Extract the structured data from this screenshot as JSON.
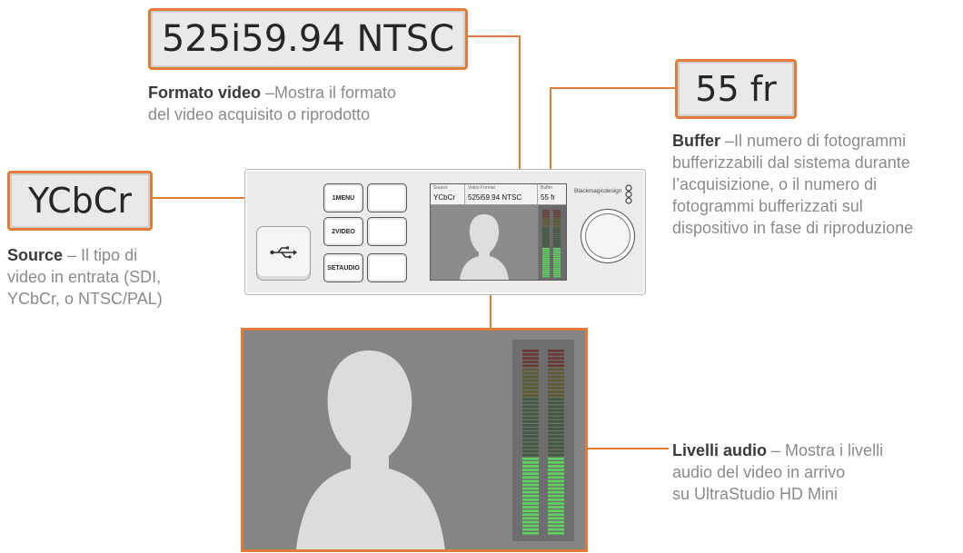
{
  "callouts": {
    "video_format": {
      "value": "525i59.94 NTSC",
      "title": "Formato video",
      "desc_line1_rest": " –Mostra il formato",
      "desc_line2": "del video acquisito o riprodotto"
    },
    "buffer": {
      "value": "55 fr",
      "title": "Buffer",
      "desc_line1_rest": " –Il numero di fotogrammi",
      "desc_line2": "bufferizzabili dal sistema durante",
      "desc_line3": "l’acquisizione, o il numero di",
      "desc_line4": "fotogrammi bufferizzati sul",
      "desc_line5": "dispositivo in fase di riproduzione"
    },
    "source": {
      "value": "YCbCr",
      "title": "Source",
      "desc_line1_rest": " – Il tipo di",
      "desc_line2": "video in entrata (SDI,",
      "desc_line3": "YCbCr, o NTSC/PAL)"
    },
    "audio_levels": {
      "title": "Livelli audio",
      "desc_line1_rest": " – Mostra i livelli",
      "desc_line2": "audio del video in arrivo",
      "desc_line3": "su UltraStudio HD Mini"
    }
  },
  "device": {
    "brand": "Blackmagicdesign",
    "usb_symbol": "⭠",
    "buttons": [
      "1MENU",
      "2VIDEO",
      "SETAUDIO"
    ],
    "lcd": {
      "source_caption": "Source",
      "source_value": "YCbCr",
      "format_caption": "Video Format",
      "format_value": "525i59.94 NTSC",
      "buffer_caption": "Buffer",
      "buffer_value": "55 fr"
    }
  },
  "colors": {
    "accent": "#e07b39",
    "meter_green": "#5fd35f",
    "meter_yellow": "#c9c23a",
    "meter_red": "#c64a3a",
    "meter_off": "#3f5a3f"
  },
  "meters": {
    "level_left": 0.42,
    "level_right": 0.42
  }
}
